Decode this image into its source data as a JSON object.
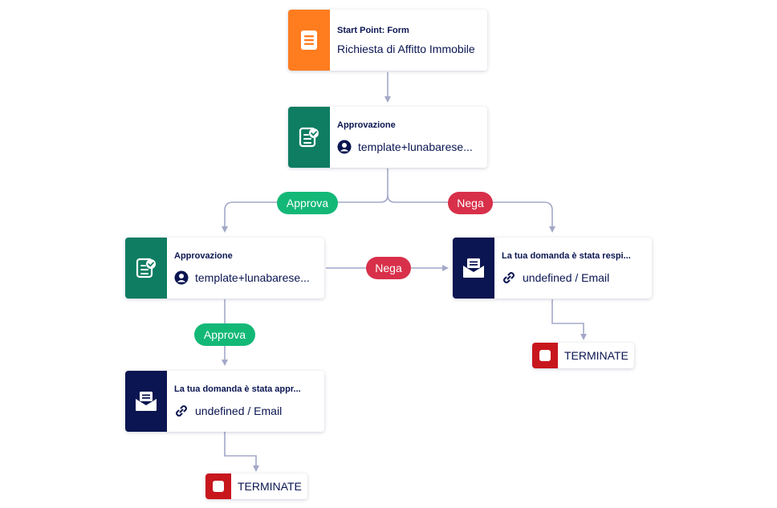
{
  "colors": {
    "start": "#ff7c1f",
    "approval": "#0e7d62",
    "email": "#0a1551",
    "approve_pill": "#13b877",
    "deny_pill": "#d8304a",
    "terminate": "#c8161d",
    "connector": "#a3a8c8"
  },
  "nodes": {
    "start": {
      "title": "Start Point: Form",
      "subtitle": "Richiesta di Affitto Immobile",
      "icon": "form-icon"
    },
    "approval1": {
      "title": "Approvazione",
      "assignee": "template+lunabarese...",
      "icon": "approval-icon"
    },
    "approval2": {
      "title": "Approvazione",
      "assignee": "template+lunabarese...",
      "icon": "approval-icon"
    },
    "email_rejected": {
      "title": "La tua domanda è stata respi...",
      "detail": "undefined / Email",
      "icon": "email-icon"
    },
    "email_approved": {
      "title": "La tua domanda è stata appr...",
      "detail": "undefined / Email",
      "icon": "email-icon"
    }
  },
  "branches": {
    "approve1": "Approva",
    "deny1": "Nega",
    "deny2": "Nega",
    "approve2": "Approva"
  },
  "terminals": {
    "t1": "TERMINATE",
    "t2": "TERMINATE"
  }
}
